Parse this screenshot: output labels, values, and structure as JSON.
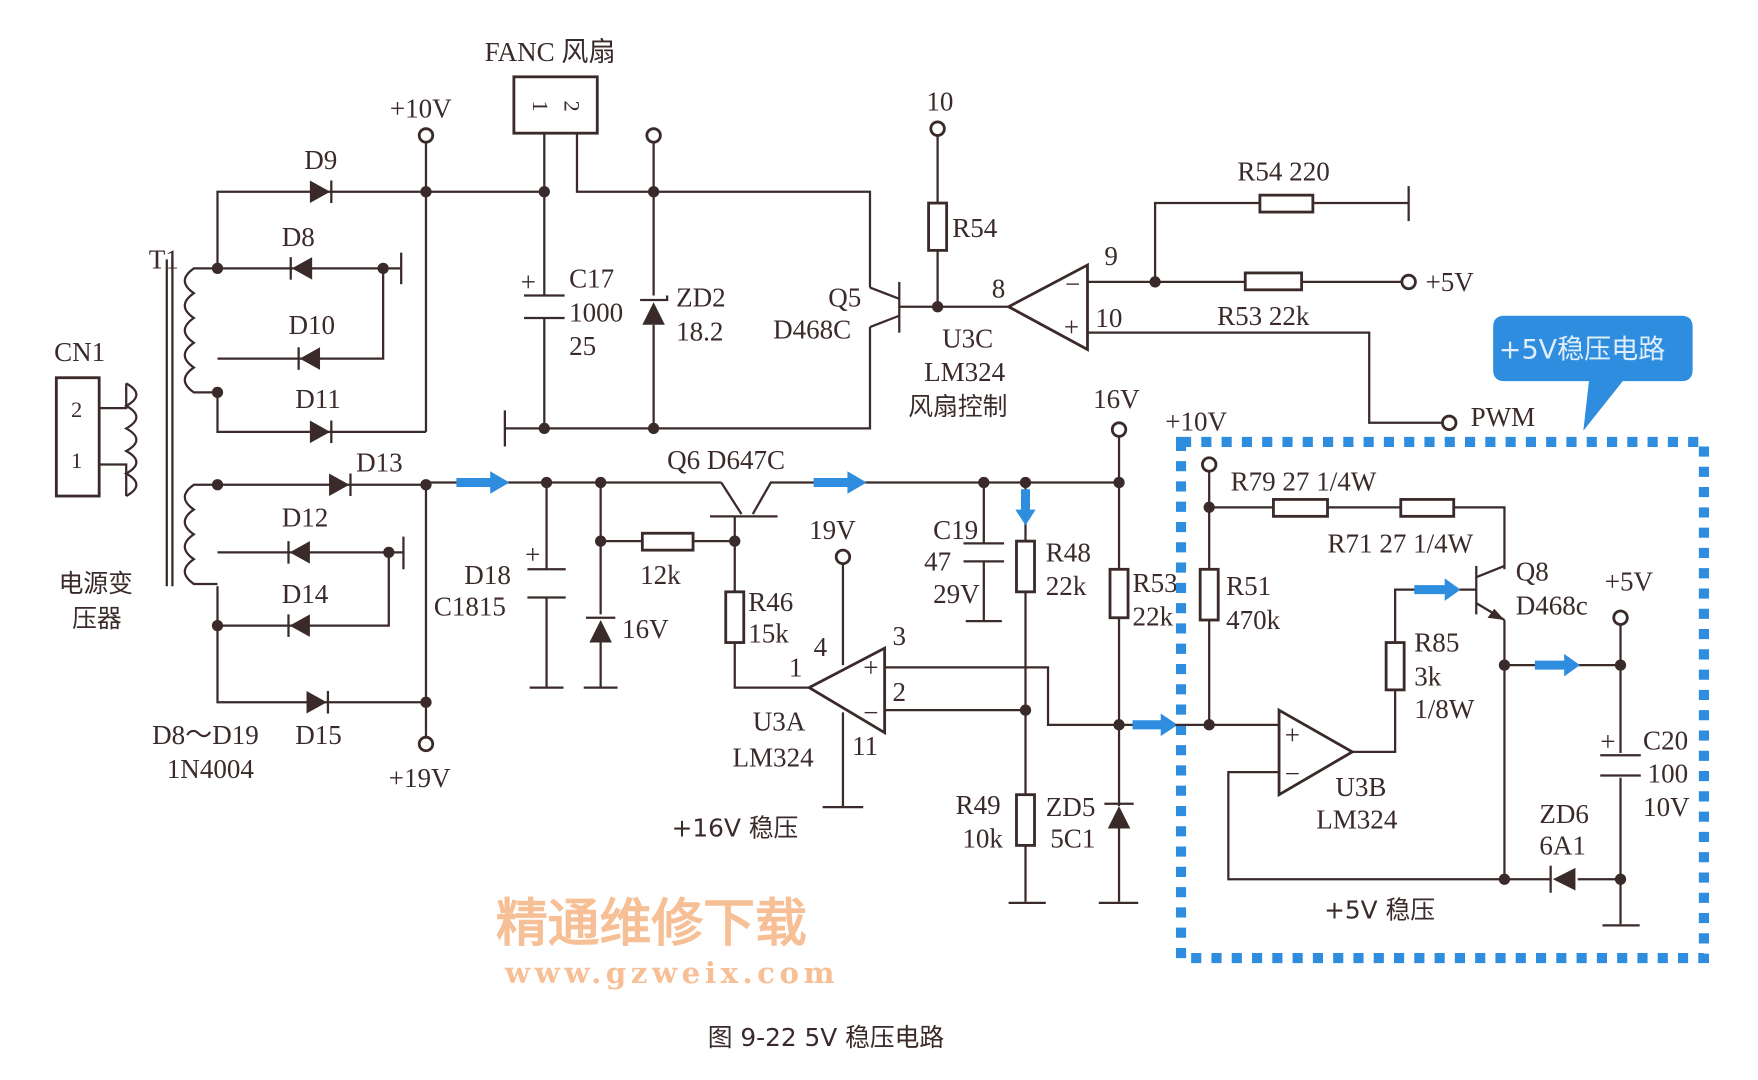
{
  "title": "图 9-22   5V 稳压电路",
  "callout": "+5V稳压电路",
  "callout_color": "#2e8ddf",
  "watermark": {
    "cn": "精通维修下载",
    "url": "www.gzweix.com"
  },
  "connector": {
    "name": "CN1",
    "pin1": "1",
    "pin2": "2"
  },
  "transformer": {
    "name": "T1",
    "desc_line1": "电源变",
    "desc_line2": "压器"
  },
  "fan": {
    "name": "FANC 风扇",
    "pin1": "1",
    "pin2": "2"
  },
  "diodes": {
    "d9": "D9",
    "d8": "D8",
    "d10": "D10",
    "d11": "D11",
    "d13": "D13",
    "d12": "D12",
    "d14": "D14",
    "d15": "D15",
    "range": "D8～D19",
    "type": "1N4004"
  },
  "rails": {
    "p10v_top": "+10V",
    "p19v": "+19V",
    "v16": "16V",
    "v19": "19V",
    "p10v_box": "+10V",
    "p5v_out": "+5V",
    "p5v_r53": "+5V",
    "pin10": "10",
    "pwm": "PWM"
  },
  "c17": {
    "name": "C17",
    "value": "1000",
    "volt": "25"
  },
  "zd2": {
    "name": "ZD2",
    "value": "18.2"
  },
  "q5": {
    "name": "Q5",
    "type": "D468C"
  },
  "r54": "R54",
  "u3c": {
    "name": "U3C",
    "type": "LM324",
    "desc": "风扇控制",
    "pin8": "8",
    "pin9": "9",
    "pin10": "10"
  },
  "r54b": "R54 220",
  "r53a": "R53 22k",
  "d18": {
    "name": "D18",
    "type": "C1815"
  },
  "zener16": "16V",
  "r12k": "12k",
  "q6": "Q6 D647C",
  "r46": {
    "name": "R46",
    "value": "15k"
  },
  "c19": {
    "name": "C19",
    "value": "47",
    "volt": "29V"
  },
  "r48": {
    "name": "R48",
    "value": "22k"
  },
  "r53b": {
    "name": "R53",
    "value": "22k"
  },
  "u3a": {
    "name": "U3A",
    "type": "LM324",
    "pin1": "1",
    "pin2": "2",
    "pin3": "3",
    "pin4": "4",
    "pin11": "11",
    "desc": "+16V 稳压"
  },
  "r49": {
    "name": "R49",
    "value": "10k"
  },
  "zd5": {
    "name": "ZD5",
    "value": "5C1"
  },
  "r79": "R79 27 1/4W",
  "r71": "R71 27 1/4W",
  "r51": {
    "name": "R51",
    "value": "470k"
  },
  "q8": {
    "name": "Q8",
    "type": "D468c"
  },
  "r85": {
    "name": "R85",
    "value": "3k",
    "power": "1/8W"
  },
  "u3b": {
    "name": "U3B",
    "type": "LM324",
    "desc": "+5V 稳压"
  },
  "c20": {
    "name": "C20",
    "value": "100",
    "volt": "10V"
  },
  "zd6": {
    "name": "ZD6",
    "value": "6A1"
  }
}
